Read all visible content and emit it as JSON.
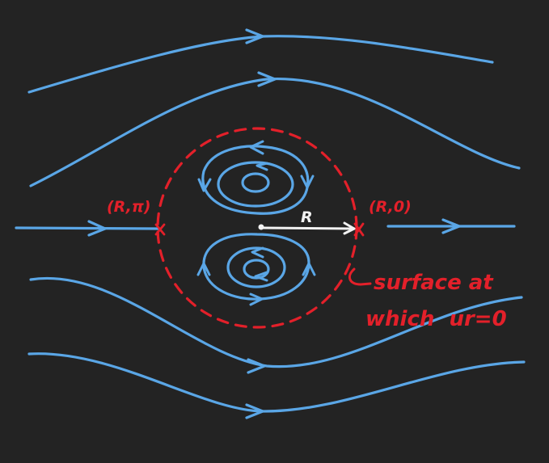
{
  "colors": {
    "background": "#232323",
    "streamline": "#5aa6e6",
    "surface": "#e3202a",
    "radius_arrow": "#f2f2f2"
  },
  "labels": {
    "left_point": "(R,π)",
    "right_point": "(R,0)",
    "radius": "R",
    "surface_line1": "surface at",
    "surface_line2": "which  ur=0"
  }
}
